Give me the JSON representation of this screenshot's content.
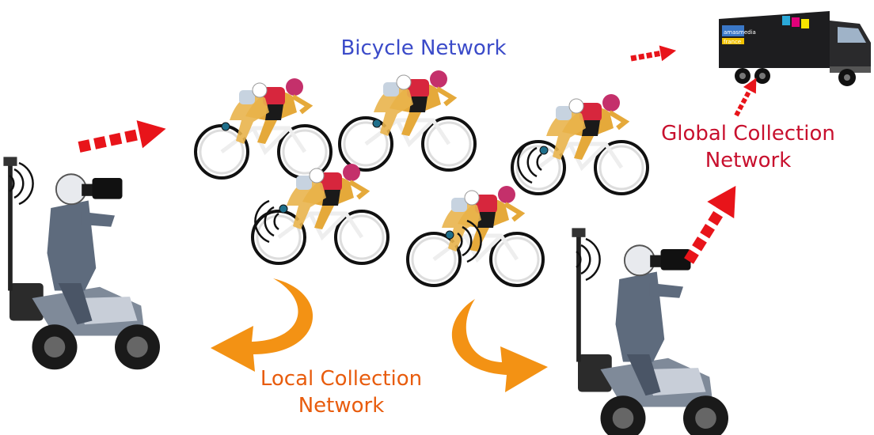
{
  "labels": {
    "bicycle_network": "Bicycle Network",
    "global_collection": "Global Collection Network",
    "global_collection_line1": "Global Collection",
    "global_collection_line2": "Network",
    "local_collection_line1": "Local Collection",
    "local_collection_line2": "Network"
  },
  "truck_text": {
    "line1": "amasmedia",
    "line2": "france"
  },
  "colors": {
    "bicycle_label": "#3b4bc9",
    "global_label": "#c8102e",
    "local_label": "#e85c0d",
    "red_arrow": "#e8141a",
    "orange_arrow": "#f39214",
    "sensor_dot": "#1f6f8b"
  },
  "icons": [
    "motorcycle-icon",
    "cyclist-icon",
    "truck-icon",
    "wireless-signal-icon",
    "dashed-arrow-icon",
    "curved-arrow-icon"
  ]
}
